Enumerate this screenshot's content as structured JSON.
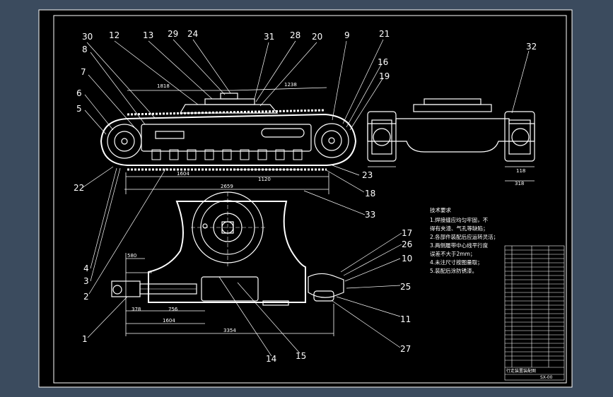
{
  "colors": {
    "background": "#3b4b5e",
    "sheet": "#000000",
    "line": "#ffffff",
    "border": "#ffffff"
  },
  "callouts": [
    "30",
    "12",
    "13",
    "29",
    "24",
    "31",
    "28",
    "20",
    "9",
    "21",
    "16",
    "19",
    "8",
    "7",
    "6",
    "5",
    "32",
    "22",
    "4",
    "3",
    "2",
    "23",
    "18",
    "33",
    "17",
    "26",
    "10",
    "25",
    "11",
    "27",
    "1",
    "14",
    "15"
  ],
  "dimensions": {
    "top_left": "1818",
    "top_right": "1238",
    "overall": "2659",
    "under_left": "1604",
    "under_mid": "1120",
    "bottom_left": "1604",
    "bottom_total": "3354",
    "bottom_s1": "580",
    "bottom_s2": "378",
    "bottom_s3": "756",
    "side_right": "318",
    "side_height": "118"
  },
  "notes": {
    "heading": "技术要求",
    "lines": [
      "1.焊接缝应均匀牢固，不",
      "得有夹渣、气孔等缺陷；",
      "2.各部件装配后应运转灵活；",
      "3.两侧履带中心线平行度",
      "误差不大于2mm；",
      "4.未注尺寸按图量取；",
      "5.装配后涂防锈漆。"
    ]
  },
  "title_block": {
    "drawing_title": "行走装置装配图",
    "code": "SX-00"
  }
}
